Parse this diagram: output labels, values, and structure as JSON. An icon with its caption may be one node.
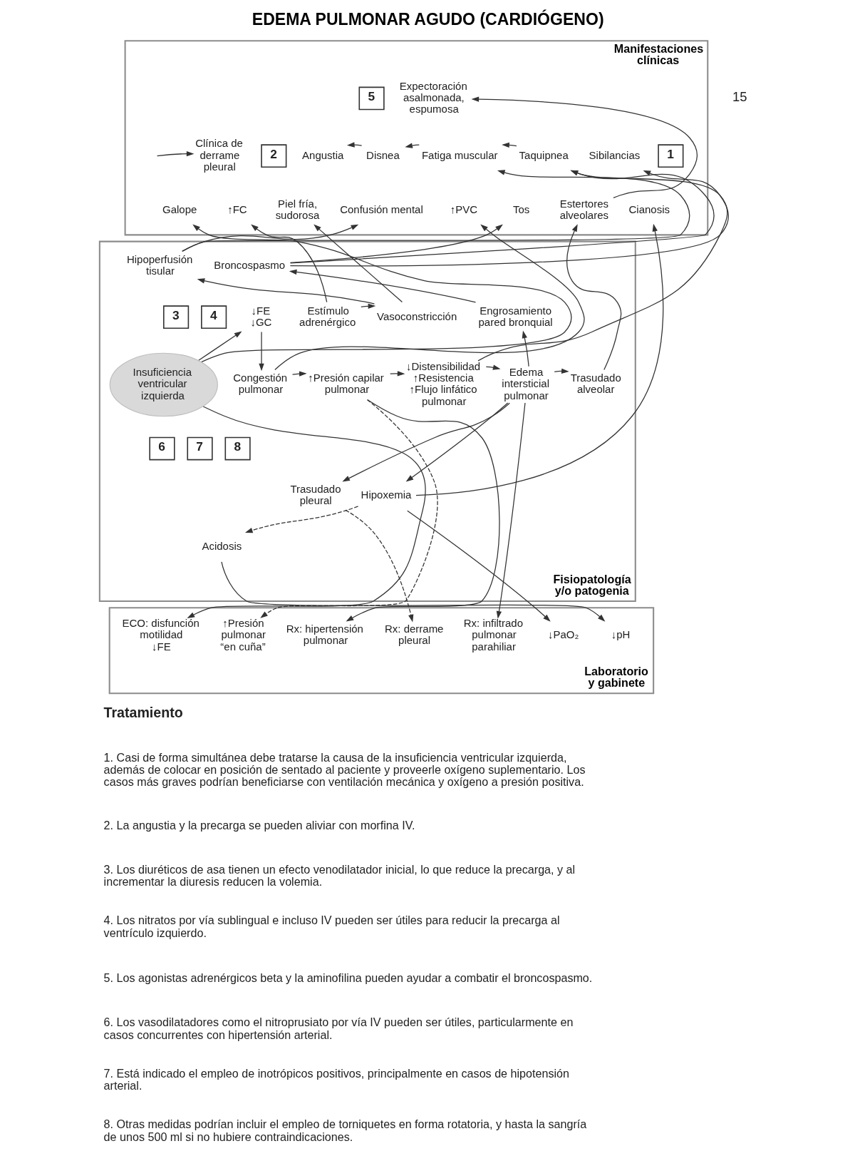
{
  "diagram": {
    "title": "EDEMA PULMONAR AGUDO (CARDIÓGENO)",
    "nodes": [
      {
        "text": [
          "Manifestaciones clínicas"
        ]
      },
      {
        "text": [
          "Clínica de derrame pleural"
        ],
        "in": 0
      },
      {
        "text": [
          "2"
        ],
        "in": 0
      },
      {
        "text": [
          "Angustia"
        ],
        "in": 0
      },
      {
        "text": [
          "Disnea"
        ],
        "in": 0
      },
      {
        "text": [
          "Fatiga muscular"
        ],
        "in": 0
      },
      {
        "text": [
          "Taquipnea"
        ],
        "in": 0
      },
      {
        "text": [
          "5"
        ],
        "in": 0
      },
      {
        "text": [
          "Expectoración asalmonada, espumosa"
        ],
        "in": 0
      },
      {
        "text": [
          "Sibilancias"
        ],
        "in": 0
      },
      {
        "text": [
          "1"
        ],
        "in": 0
      },
      {
        "text": [
          "Galope"
        ],
        "in": 0
      },
      {
        "text": [
          "↑FC"
        ],
        "in": 0
      },
      {
        "text": [
          "Piel fría, sudorosa"
        ],
        "in": 0
      },
      {
        "text": [
          "Confusión mental"
        ],
        "in": 0
      },
      {
        "text": [
          "↑PVC"
        ],
        "in": 0
      },
      {
        "text": [
          "Tos"
        ],
        "in": 0
      },
      {
        "text": [
          "Estertores alveolares"
        ],
        "in": 0
      },
      {
        "text": [
          "Cianosis"
        ],
        "in": 0
      },
      {
        "text": [
          "Fisiopatología y/o patogenia"
        ]
      },
      {
        "text": [
          "Hipoperfusión tisular"
        ],
        "in": 19
      },
      {
        "text": [
          "Broncospasmo"
        ],
        "in": 19
      },
      {
        "text": [
          "Estímulo adrenérgico"
        ],
        "in": 19
      },
      {
        "text": [
          "Engrosamiento pared bronquial"
        ],
        "in": 19
      },
      {
        "text": [
          "3"
        ],
        "in": 19
      },
      {
        "text": [
          "4"
        ],
        "in": 19
      },
      {
        "text": [
          "↓FE",
          "↓GC"
        ],
        "in": 19
      },
      {
        "text": [
          "Vasoconstricción"
        ],
        "in": 19
      },
      {
        "text": [
          "Insuficiencia ventricular izquierda"
        ],
        "in": 19
      },
      {
        "text": [
          "Congestión pulmonar"
        ],
        "in": 19
      },
      {
        "text": [
          "↑Presión capilar pulmonar"
        ],
        "in": 19
      },
      {
        "text": [
          "↓Distensibilidad",
          "↑Resistencia",
          "↑Flujo linfático pulmonar"
        ],
        "in": 19
      },
      {
        "text": [
          "Edema intersticial pulmonar"
        ],
        "in": 19
      },
      {
        "text": [
          "Trasudado alveolar"
        ],
        "in": 19
      },
      {
        "text": [
          "6"
        ],
        "in": 19
      },
      {
        "text": [
          "7"
        ],
        "in": 19
      },
      {
        "text": [
          "8"
        ],
        "in": 19
      },
      {
        "text": [
          "Hipoxemia"
        ],
        "in": 19
      },
      {
        "text": [
          "Trasudado pleural"
        ],
        "in": 19
      },
      {
        "text": [
          "Acidosis"
        ],
        "in": 19
      },
      {
        "text": [
          "Laboratorio y gabinete"
        ]
      },
      {
        "text": [
          "ECO: disfunción motilidad",
          "↓FE"
        ],
        "in": 40
      },
      {
        "text": [
          "↑Presión pulmonar “en cuña”"
        ],
        "in": 40
      },
      {
        "text": [
          "Rx: hipertensión pulmonar"
        ],
        "in": 40
      },
      {
        "text": [
          "Rx: derrame pleural"
        ],
        "in": 40
      },
      {
        "text": [
          "Rx: infiltrado pulmonar parahiliar"
        ],
        "in": 40
      },
      {
        "text": [
          "↓PaO₂"
        ],
        "in": 40
      },
      {
        "text": [
          "↓pH"
        ],
        "in": 40
      }
    ],
    "edges": [
      {
        "from": null,
        "to": 1,
        "arrow": "to"
      },
      {
        "from": 4,
        "to": 3,
        "arrow": "to"
      },
      {
        "from": 5,
        "to": 4,
        "arrow": "to"
      },
      {
        "from": 6,
        "to": 5,
        "arrow": "to"
      },
      {
        "from": 21,
        "to": 6,
        "arrow": "to"
      },
      {
        "from": 31,
        "to": 6,
        "arrow": "to"
      },
      {
        "from": 17,
        "to": 8,
        "arrow": "to"
      },
      {
        "from": 21,
        "to": 9,
        "arrow": "to"
      },
      {
        "from": 21,
        "to": 16,
        "arrow": "to"
      },
      {
        "from": 28,
        "to": 11,
        "arrow": "to"
      },
      {
        "from": 22,
        "to": 12,
        "arrow": "to"
      },
      {
        "from": 27,
        "to": 13,
        "arrow": "to"
      },
      {
        "from": 20,
        "to": 14,
        "arrow": "to"
      },
      {
        "from": 20,
        "to": 5,
        "arrow": "to"
      },
      {
        "from": 29,
        "to": 15,
        "arrow": "to"
      },
      {
        "from": 33,
        "to": 17,
        "arrow": "to"
      },
      {
        "from": 37,
        "to": 18,
        "arrow": "to"
      },
      {
        "from": 27,
        "to": 20,
        "arrow": "to"
      },
      {
        "from": 23,
        "to": 21,
        "arrow": "to"
      },
      {
        "from": 22,
        "to": 27,
        "arrow": "to"
      },
      {
        "from": 32,
        "to": 23,
        "arrow": "to"
      },
      {
        "from": 28,
        "to": 26,
        "arrow": "to"
      },
      {
        "from": 26,
        "to": 29,
        "arrow": "to"
      },
      {
        "from": 29,
        "to": 30,
        "arrow": "to"
      },
      {
        "from": 30,
        "to": 31,
        "arrow": "to"
      },
      {
        "from": 31,
        "to": 32,
        "arrow": "to"
      },
      {
        "from": 32,
        "to": 33,
        "arrow": "to"
      },
      {
        "from": 32,
        "to": 38,
        "arrow": "to"
      },
      {
        "from": 32,
        "to": 37,
        "arrow": "to"
      },
      {
        "from": 37,
        "to": 39,
        "arrow": "to",
        "style": "dashed"
      },
      {
        "from": 28,
        "to": 41,
        "arrow": "to"
      },
      {
        "from": 30,
        "to": 42,
        "arrow": "to",
        "style": "dashed"
      },
      {
        "from": 30,
        "to": 43,
        "arrow": "to"
      },
      {
        "from": 38,
        "to": 44,
        "arrow": "to",
        "style": "dashed"
      },
      {
        "from": 32,
        "to": 45,
        "arrow": "to"
      },
      {
        "from": 37,
        "to": 46,
        "arrow": "to"
      },
      {
        "from": 39,
        "to": 47,
        "arrow": "to"
      }
    ],
    "labels": [
      "15",
      "Tratamiento",
      "1. Casi de forma simultánea debe tratarse la causa de la insuficiencia ventricular izquierda, además de colocar en posición de sentado al paciente y proveerle oxígeno suplementario. Los casos más graves podrían beneficiarse con ventilación mecánica y oxígeno a presión positiva.",
      "2. La angustia y la precarga se pueden aliviar con morfina IV.",
      "3. Los diuréticos de asa tienen un efecto venodilatador inicial, lo que reduce la precarga, y al incrementar la diuresis reducen la volemia.",
      "4. Los nitratos por vía sublingual e incluso IV pueden ser útiles para reducir la precarga al ventrículo izquierdo.",
      "5. Los agonistas adrenérgicos beta y la aminofilina pueden ayudar a combatir el broncospasmo.",
      "6. Los vasodilatadores como el nitroprusiato por vía IV pueden ser útiles, particularmente en casos concurrentes con hipertensión arterial.",
      "7. Está indicado el empleo de inotrópicos positivos, principalmente en casos de hipotensión arterial.",
      "8. Otras medidas podrían incluir el empleo de torniquetes en forma rotatoria, y hasta la sangría de unos 500 ml si no hubiere contraindicaciones."
    ]
  }
}
